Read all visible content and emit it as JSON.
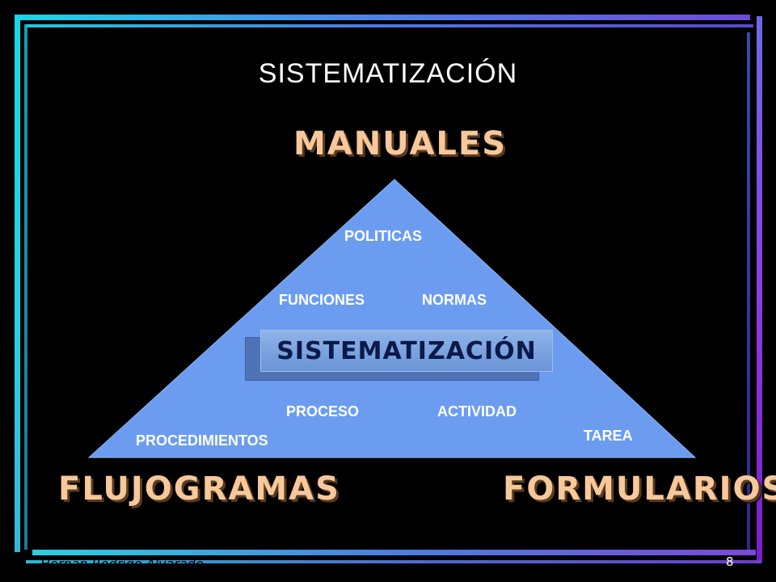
{
  "title": "SISTEMATIZACIÓN",
  "top_label": "MANUALES",
  "bottom_left_label": "FLUJOGRAMAS",
  "bottom_right_label": "FORMULARIOS",
  "pyramid": {
    "levels": {
      "politicas": "POLITICAS",
      "funciones": "FUNCIONES",
      "normas": "NORMAS",
      "proceso": "PROCESO",
      "actividad": "ACTIVIDAD",
      "procedimientos": "PROCEDIMIENTOS",
      "tarea": "TAREA"
    },
    "center_box": "SISTEMATIZACIÓN"
  },
  "footer": {
    "author": "Hernán Rodrigo Alvarado",
    "page_number": "8"
  },
  "colors": {
    "pyramid_fill": "#6b9cf0",
    "comic_text": "#f6c89a",
    "background": "#000000"
  }
}
